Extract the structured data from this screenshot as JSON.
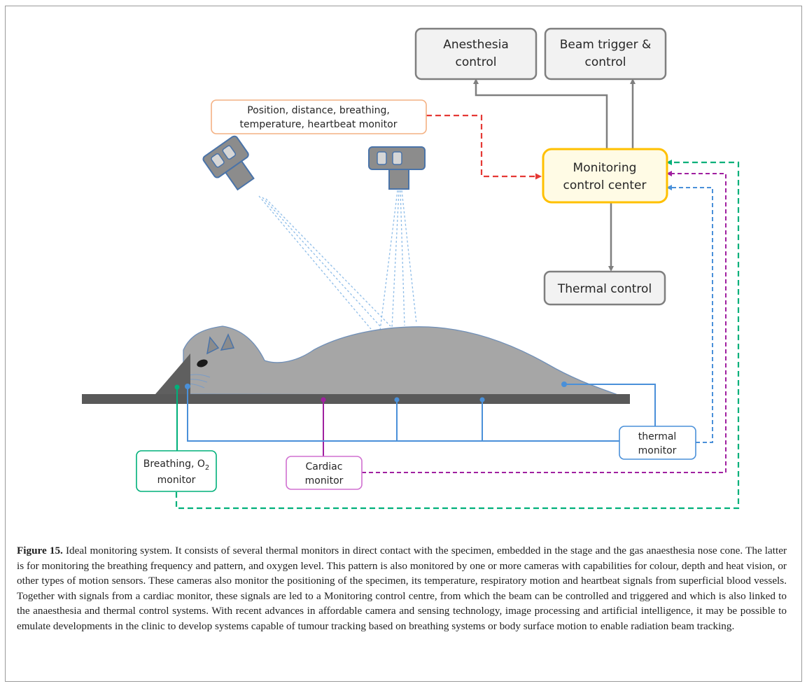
{
  "diagram": {
    "boxes": {
      "anesthesia": [
        "Anesthesia",
        "control"
      ],
      "beam": [
        "Beam trigger &",
        "control"
      ],
      "sensors": [
        "Position, distance, breathing,",
        "temperature, heartbeat monitor"
      ],
      "center": [
        "Monitoring",
        "control center"
      ],
      "thermal_control": [
        "Thermal control"
      ],
      "thermal_monitor": [
        "thermal",
        "monitor"
      ],
      "cardiac": [
        "Cardiac",
        "monitor"
      ],
      "breathing_line1": "Breathing, O",
      "breathing_sub": "2",
      "breathing_line2": "monitor"
    },
    "colors": {
      "grey_box_border": "#7f7f7f",
      "grey_box_fill": "#f2f2f2",
      "center_border": "#ffc000",
      "center_fill": "#fffbe5",
      "sensors_border": "#f4b183",
      "red_link": "#e53935",
      "green_link": "#00b07a",
      "purple_link": "#a020a0",
      "blue_link": "#4a90d9",
      "specimen": "#a6a6a6",
      "stage": "#595959"
    }
  },
  "caption": {
    "label": "Figure 15.",
    "text": " Ideal monitoring system. It consists of several thermal monitors in direct contact with the specimen, embedded in the stage and the gas anaesthesia nose cone. The latter is for monitoring the breathing frequency and pattern, and oxygen level. This pattern is also monitored by one or more cameras with capabilities for colour, depth and heat vision, or other types of motion sensors. These cameras also monitor the positioning of the specimen, its temperature, respiratory motion and heartbeat signals from superficial blood vessels. Together with signals from a cardiac monitor, these signals are led to a Monitoring control centre, from which the beam can be controlled and triggered and which is also linked to the anaesthesia and thermal control systems. With recent advances in affordable camera and sensing technology, image processing and artificial intelligence, it may be possible to emulate developments in the clinic to develop systems capable of tumour tracking based on breathing systems or body surface motion to enable radiation beam tracking."
  }
}
